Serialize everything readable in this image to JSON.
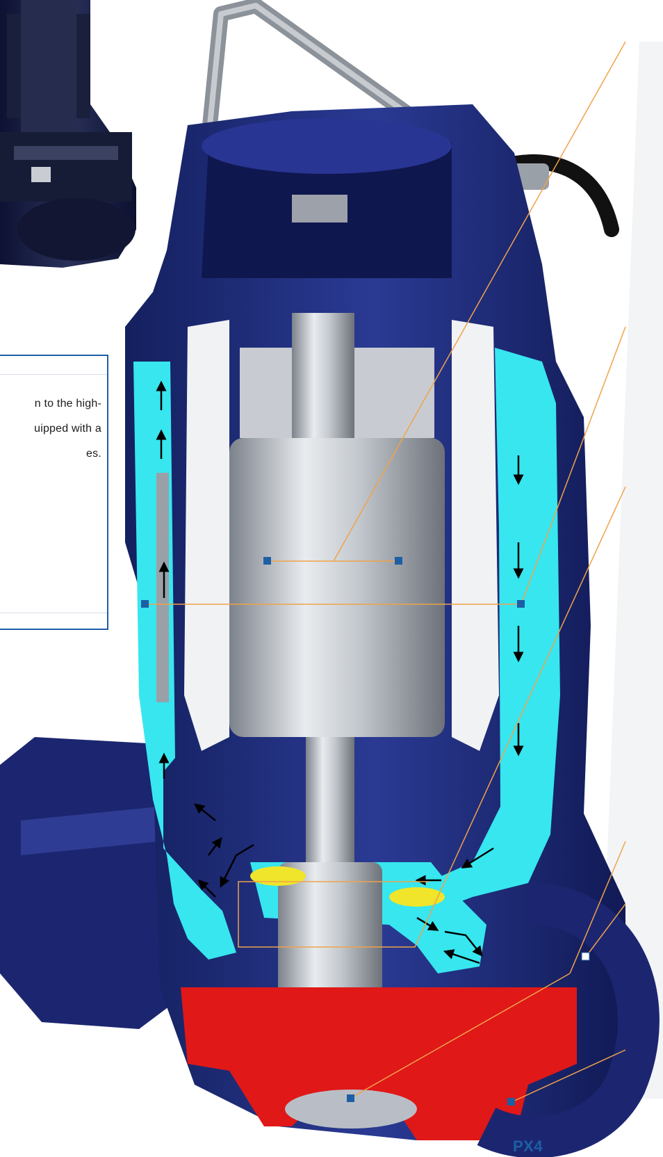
{
  "info_box": {
    "lines": [
      "n to the high-",
      "uipped with a",
      "es."
    ]
  },
  "model_label": "PX4",
  "colors": {
    "housing": "#1b2a78",
    "coolant": "#37e6ef",
    "impeller": "#e01818",
    "seal_ring": "#f0e52a",
    "callout_line": "#f0a24a",
    "callout_marker": "#1d5fa5",
    "info_box_border": "#1d5fa5",
    "steel": "#b9bec6"
  },
  "flow_arrows": {
    "left_channel": "up",
    "right_channel": "down"
  }
}
